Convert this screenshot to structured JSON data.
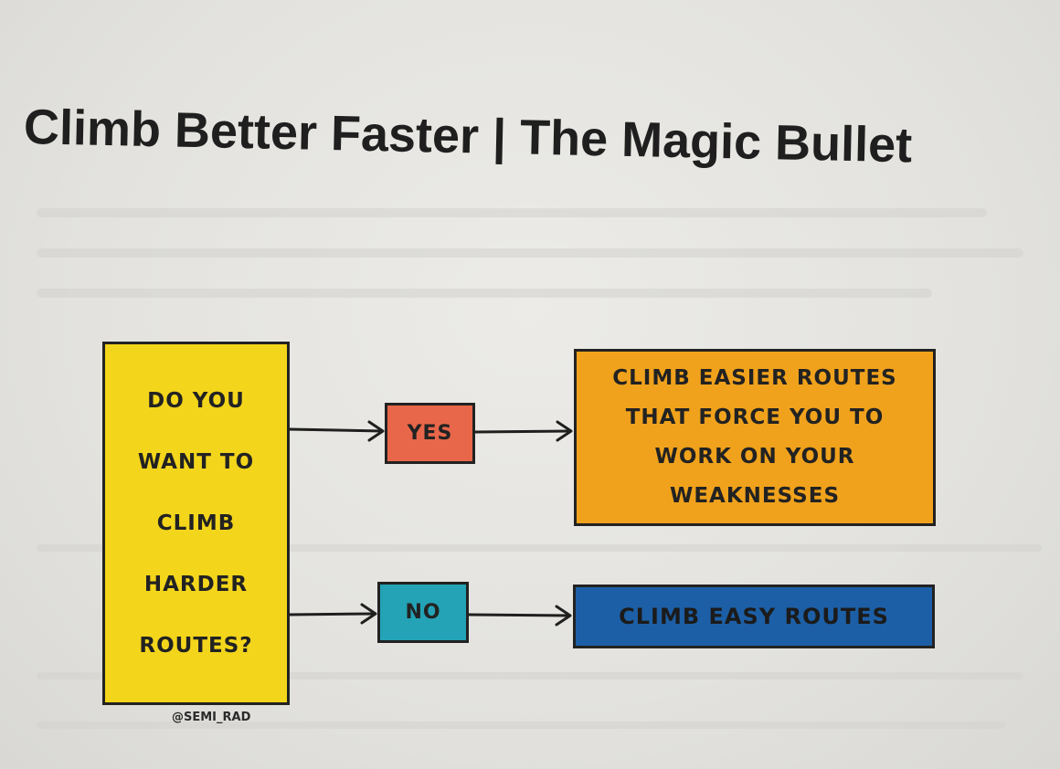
{
  "title": "Climb Better Faster | The Magic Bullet",
  "flowchart": {
    "question": [
      "DO YOU",
      "WANT TO",
      "CLIMB",
      "HARDER",
      "ROUTES?"
    ],
    "yes_label": "YES",
    "no_label": "NO",
    "yes_result": [
      "CLIMB EASIER ROUTES",
      "THAT FORCE YOU TO",
      "WORK ON YOUR",
      "WEAKNESSES"
    ],
    "no_result": "CLIMB EASY ROUTES",
    "credit": "@SEMI_RAD"
  },
  "colors": {
    "question": "#f3d51b",
    "yes": "#e8674a",
    "no": "#23a3b5",
    "yes_result": "#f0a21c",
    "no_result": "#1d5fa6"
  }
}
